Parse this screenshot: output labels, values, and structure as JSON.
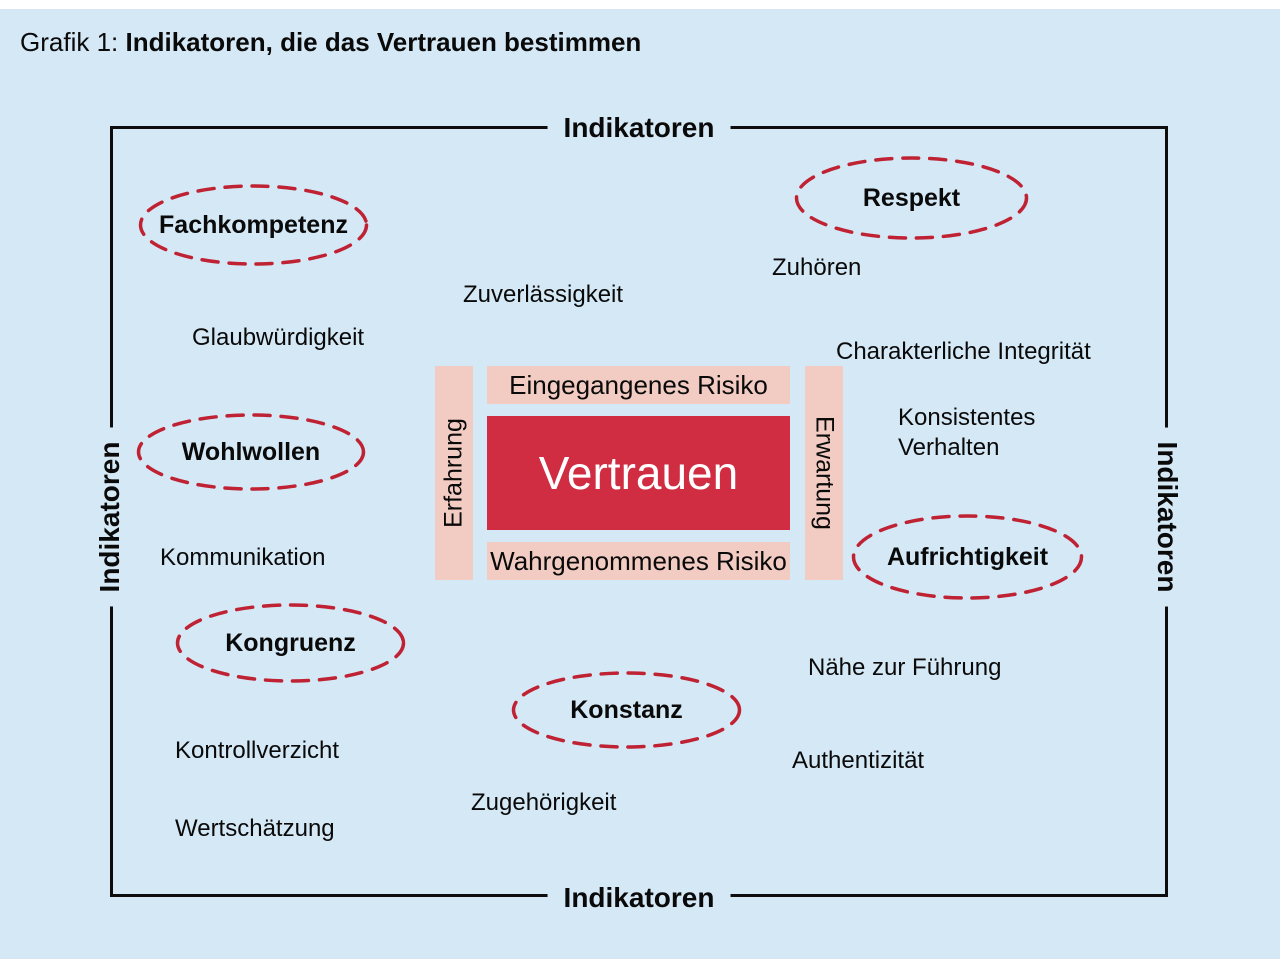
{
  "title": {
    "prefix": "Grafik 1: ",
    "main": "Indikatoren, die das Vertrauen bestimmen"
  },
  "frame": {
    "top": "Indikatoren",
    "bottom": "Indikatoren",
    "left": "Indikatoren",
    "right": "Indikatoren"
  },
  "center": {
    "trust": "Vertrauen",
    "top_box": "Eingegangenes Risiko",
    "bottom_box": "Wahrgenommenes Risiko",
    "left_bar": "Erfahrung",
    "right_bar": "Erwartung"
  },
  "ellipses": [
    {
      "label": "Fachkompetenz"
    },
    {
      "label": "Respekt"
    },
    {
      "label": "Wohlwollen"
    },
    {
      "label": "Aufrichtigkeit"
    },
    {
      "label": "Kongruenz"
    },
    {
      "label": "Konstanz"
    }
  ],
  "labels": [
    {
      "text": "Zuverlässigkeit"
    },
    {
      "text": "Zuhören"
    },
    {
      "text": "Glaubwürdigkeit"
    },
    {
      "text": "Charakterliche Integrität"
    },
    {
      "text": "Konsistentes Verhalten"
    },
    {
      "text": "Kommunikation"
    },
    {
      "text": "Nähe zur Führung"
    },
    {
      "text": "Kontrollverzicht"
    },
    {
      "text": "Authentizität"
    },
    {
      "text": "Zugehörigkeit"
    },
    {
      "text": "Wertschätzung"
    }
  ],
  "colors": {
    "background": "#d5e8f6",
    "trust_red": "#d12d42",
    "pink": "#f2ccc2",
    "dash_red": "#bf2233",
    "frame_black": "#0d0d0d",
    "text": "#0a0a0a"
  }
}
